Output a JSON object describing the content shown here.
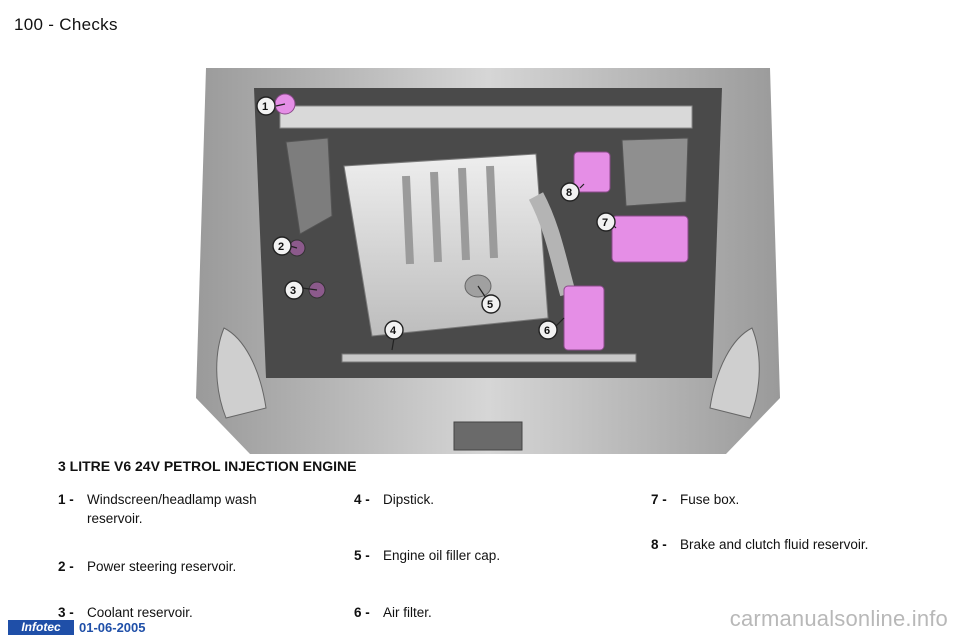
{
  "page": {
    "number": "100",
    "separator": "-",
    "section": "Checks"
  },
  "figure": {
    "caption": "3 LITRE V6 24V PETROL INJECTION ENGINE",
    "highlight_color": "#e58ee6",
    "callouts": [
      "1",
      "2",
      "3",
      "4",
      "5",
      "6",
      "7",
      "8"
    ]
  },
  "items": [
    {
      "num": "1 -",
      "text": "Windscreen/headlamp wash reservoir."
    },
    {
      "num": "2 -",
      "text": "Power steering reservoir."
    },
    {
      "num": "3 -",
      "text": "Coolant reservoir."
    },
    {
      "num": "4 -",
      "text": "Dipstick."
    },
    {
      "num": "5 -",
      "text": "Engine oil filler cap."
    },
    {
      "num": "6 -",
      "text": "Air filter."
    },
    {
      "num": "7 -",
      "text": "Fuse box."
    },
    {
      "num": "8 -",
      "text": "Brake and clutch fluid reservoir."
    }
  ],
  "footer": {
    "brand": "Infotec",
    "date": "01-06-2005",
    "watermark": "carmanualsonline.info"
  }
}
